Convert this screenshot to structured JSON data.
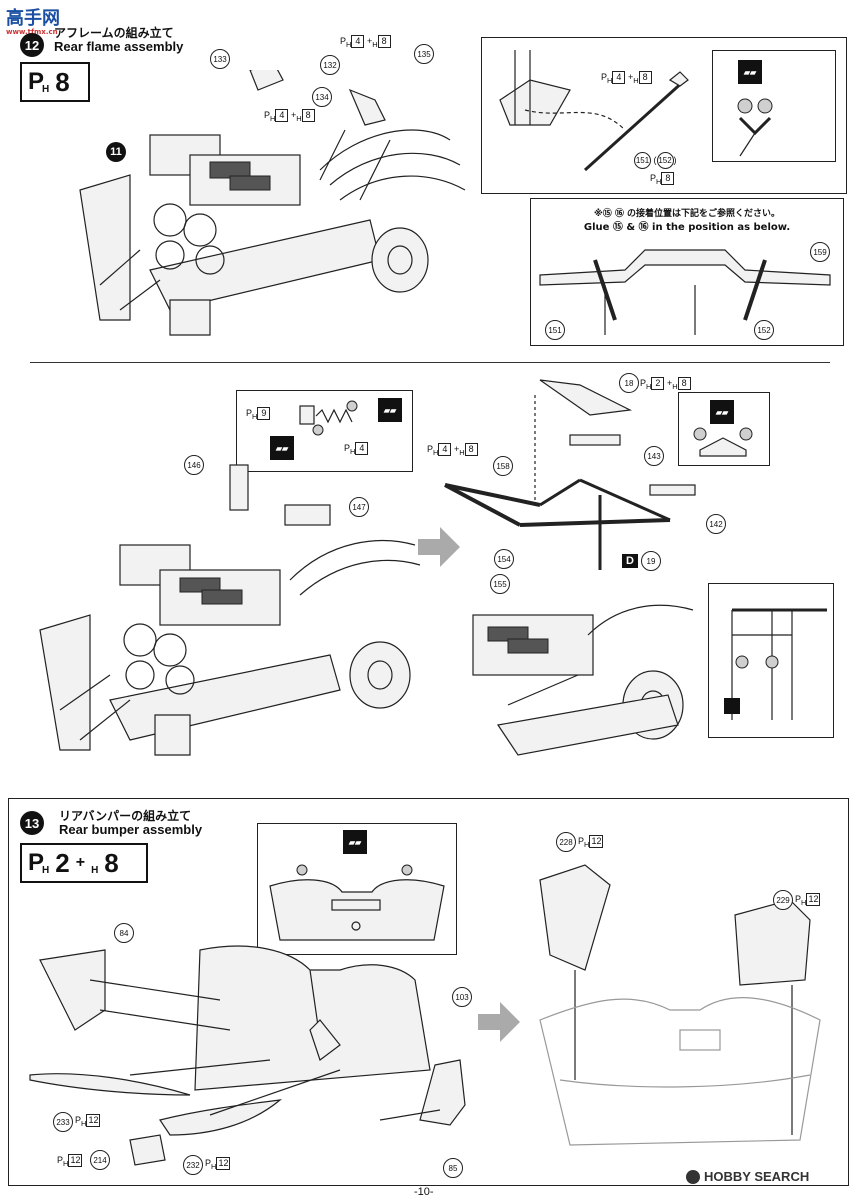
{
  "logo": {
    "text": "高手网",
    "sub": "www.tfmx.cn"
  },
  "step12": {
    "number": "12",
    "title_jp": "アフレームの組み立て",
    "title_en": "Rear flame assembly",
    "paint_letter": "P",
    "paint_sub": "H",
    "paint_code": "8",
    "ref_circle": "11",
    "parts": [
      "133",
      "132",
      "134",
      "135",
      "151",
      "152",
      "159"
    ],
    "codes": {
      "c1": [
        "P",
        "H",
        "4",
        "+",
        "H",
        "8"
      ],
      "c2": [
        "P",
        "H",
        "4",
        "+",
        "H",
        "8"
      ],
      "c3": [
        "P",
        "H",
        "4",
        "+",
        "H",
        "8"
      ],
      "c4_prefix": "151",
      "c4_paren": "152",
      "c4": [
        "P",
        "H",
        "8"
      ]
    },
    "note_jp": "※⑮ ⑯ の接着位置は下記をご参照ください。",
    "note_en": "Glue ⑮ & ⑯ in the position as below."
  },
  "mid": {
    "parts": [
      "146",
      "147",
      "158",
      "154",
      "155",
      "18",
      "143",
      "142",
      "19"
    ],
    "codes": {
      "a": [
        "P",
        "H",
        "9"
      ],
      "b": [
        "P",
        "H",
        "4"
      ],
      "c": [
        "P",
        "H",
        "4",
        "+",
        "H",
        "8"
      ],
      "d": [
        "P",
        "H",
        "2",
        "+",
        "H",
        "8"
      ]
    },
    "decal_letter": "D"
  },
  "step13": {
    "number": "13",
    "title_jp": "リアバンパーの組み立て",
    "title_en": "Rear bumper assembly",
    "paint_letter": "P",
    "paint_sub": "H",
    "paint_code_a": "2",
    "plus": "+",
    "paint_sub2": "H",
    "paint_code_b": "8",
    "parts": [
      "84",
      "103",
      "233",
      "232",
      "214",
      "85",
      "228",
      "229"
    ],
    "codes": {
      "p233": [
        "P",
        "H",
        "12"
      ],
      "p232": [
        "P",
        "H",
        "12"
      ],
      "p214": [
        "P",
        "H",
        "12"
      ],
      "p228": [
        "P",
        "H",
        "12"
      ],
      "p229": [
        "P",
        "H",
        "12"
      ]
    }
  },
  "footer": {
    "page": "-10-",
    "watermark": "HOBBY SEARCH"
  }
}
